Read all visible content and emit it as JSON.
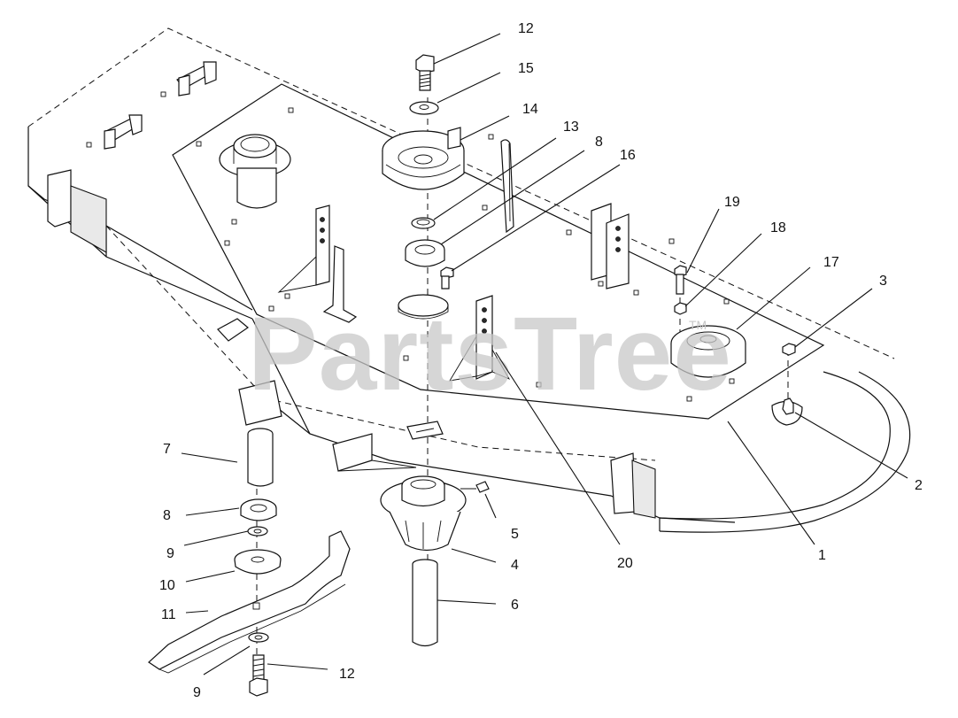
{
  "watermark": {
    "text": "PartsTree",
    "mark": "TM"
  },
  "callouts": [
    {
      "id": "c12a",
      "text": "12"
    },
    {
      "id": "c15",
      "text": "15"
    },
    {
      "id": "c14",
      "text": "14"
    },
    {
      "id": "c13",
      "text": "13"
    },
    {
      "id": "c8a",
      "text": "8"
    },
    {
      "id": "c16",
      "text": "16"
    },
    {
      "id": "c19",
      "text": "19"
    },
    {
      "id": "c18",
      "text": "18"
    },
    {
      "id": "c17",
      "text": "17"
    },
    {
      "id": "c3",
      "text": "3"
    },
    {
      "id": "c2",
      "text": "2"
    },
    {
      "id": "c1",
      "text": "1"
    },
    {
      "id": "c20",
      "text": "20"
    },
    {
      "id": "c5",
      "text": "5"
    },
    {
      "id": "c4",
      "text": "4"
    },
    {
      "id": "c6",
      "text": "6"
    },
    {
      "id": "c7",
      "text": "7"
    },
    {
      "id": "c8b",
      "text": "8"
    },
    {
      "id": "c9a",
      "text": "9"
    },
    {
      "id": "c10",
      "text": "10"
    },
    {
      "id": "c11",
      "text": "11"
    },
    {
      "id": "c9b",
      "text": "9"
    },
    {
      "id": "c12b",
      "text": "12"
    }
  ]
}
